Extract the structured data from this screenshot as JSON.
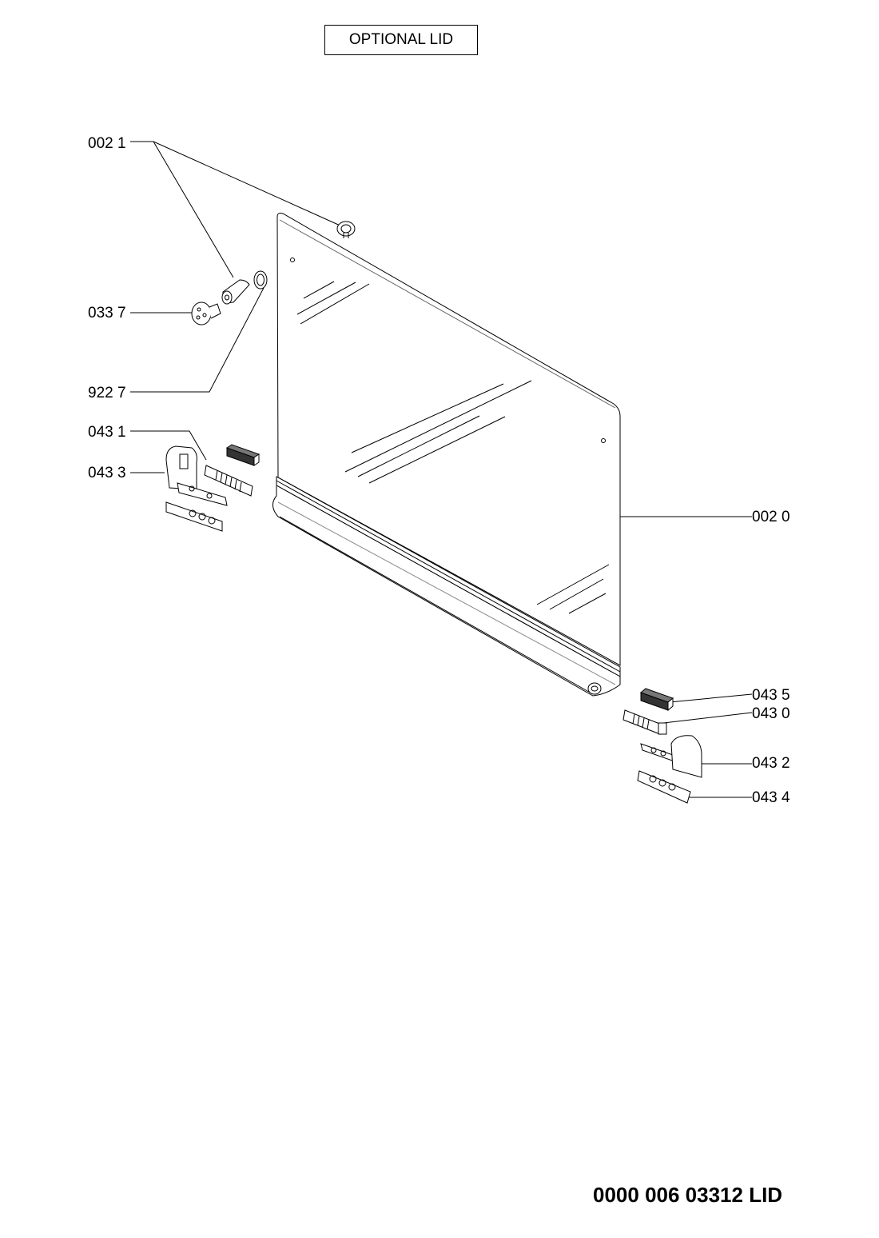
{
  "title": "OPTIONAL LID",
  "footer": "0000 006 03312 LID",
  "callouts": {
    "p0021": "002 1",
    "p0337": "033 7",
    "p9227": "922 7",
    "p0431": "043 1",
    "p0433": "043 3",
    "p0020": "002 0",
    "p0435": "043 5",
    "p0430": "043 0",
    "p0432": "043 2",
    "p0434": "043 4"
  }
}
